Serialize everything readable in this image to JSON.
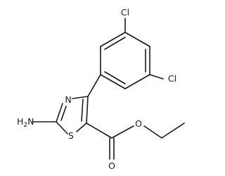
{
  "atoms": {
    "cl_top": "Cl",
    "cl_right": "Cl",
    "n_ring": "N",
    "s_ring": "S",
    "amino": "H",
    "amino_sub": "2",
    "amino_n": "N",
    "o_carbonyl": "O",
    "o_ester": "O"
  },
  "colors": {
    "ink": "#1a1a1a",
    "background": "#ffffff"
  }
}
